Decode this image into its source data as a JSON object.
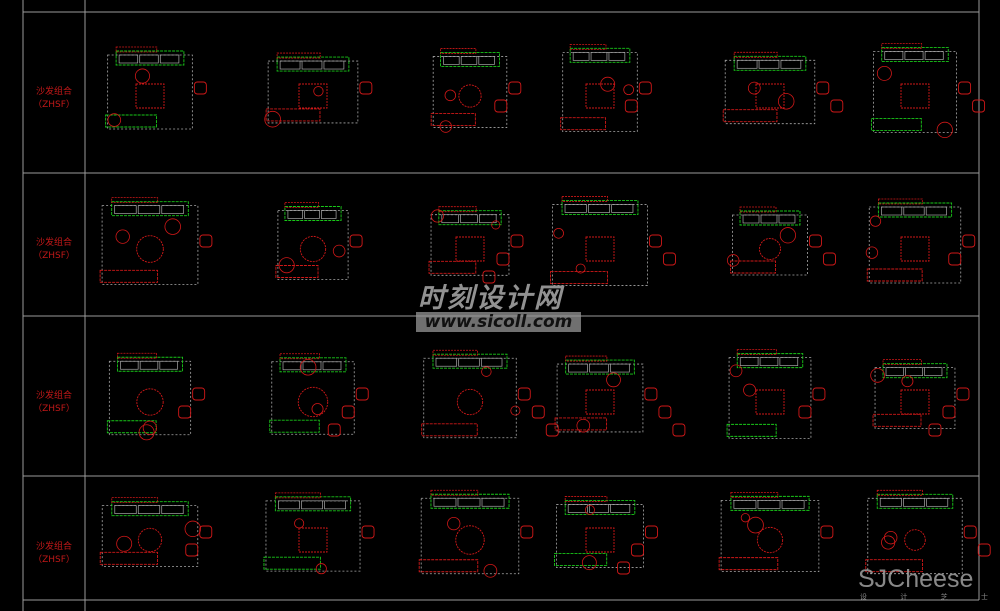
{
  "rows": [
    {
      "label": "沙发组合",
      "code": "（ZHSF）"
    },
    {
      "label": "沙发组合",
      "code": "（ZHSF）"
    },
    {
      "label": "沙发组合",
      "code": "（ZHSF）"
    },
    {
      "label": "沙发组合",
      "code": "（ZHSF）"
    }
  ],
  "watermark": {
    "site_cn": "时刻设计网",
    "site_url": "www.sicoll.com",
    "brand": "SJCheese",
    "brand_sub": [
      "设",
      "计",
      "芝",
      "士"
    ]
  },
  "colors": {
    "background": "#000000",
    "grid": "#9a9a9a",
    "red": "#d01818",
    "green": "#19c819",
    "gray": "#a8a8a8"
  }
}
